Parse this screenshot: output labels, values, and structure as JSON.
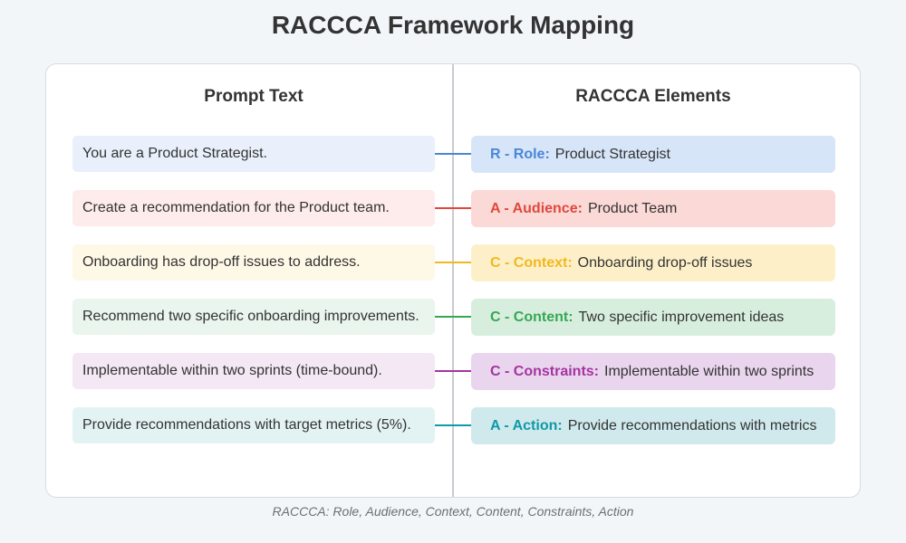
{
  "title": "RACCCA Framework Mapping",
  "columns": {
    "left_header": "Prompt Text",
    "right_header": "RACCCA Elements"
  },
  "rows": [
    {
      "prompt": "You are a Product Strategist.",
      "key": "R - Role:",
      "value": "Product Strategist",
      "accent": "#4a86d8",
      "prompt_bg": "#e9f0fb",
      "element_bg": "#d6e5f8"
    },
    {
      "prompt": "Create a recommendation for the Product team.",
      "key": "A - Audience:",
      "value": "Product Team",
      "accent": "#e0483c",
      "prompt_bg": "#fdeceb",
      "element_bg": "#fad9d7"
    },
    {
      "prompt": "Onboarding has drop-off issues to address.",
      "key": "C - Context:",
      "value": "Onboarding drop-off issues",
      "accent": "#f2b81d",
      "prompt_bg": "#fef8e7",
      "element_bg": "#fdf0c9"
    },
    {
      "prompt": "Recommend two specific onboarding improvements.",
      "key": "C - Content:",
      "value": "Two specific improvement ideas",
      "accent": "#35a853",
      "prompt_bg": "#e9f5ed",
      "element_bg": "#d7eede"
    },
    {
      "prompt": "Implementable within two sprints (time-bound).",
      "key": "C - Constraints:",
      "value": "Implementable within two sprints",
      "accent": "#a3359f",
      "prompt_bg": "#f4e8f5",
      "element_bg": "#ead5ee"
    },
    {
      "prompt": "Provide recommendations with target metrics (5%).",
      "key": "A - Action:",
      "value": "Provide recommendations with metrics",
      "accent": "#0e9aa7",
      "prompt_bg": "#e3f3f4",
      "element_bg": "#cfe9ec"
    }
  ],
  "footnote": "RACCCA: Role, Audience, Context, Content, Constraints, Action"
}
